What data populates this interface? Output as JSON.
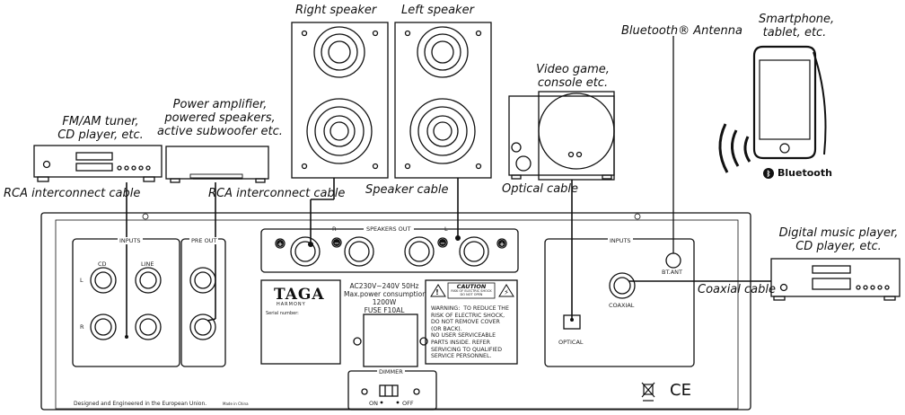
{
  "labels": {
    "right_speaker": "Right speaker",
    "left_speaker": "Left speaker",
    "bluetooth_antenna": "Bluetooth® Antenna",
    "smartphone": [
      "Smartphone,",
      "tablet, etc."
    ],
    "video_game": [
      "Video game,",
      "console etc."
    ],
    "power_amp": [
      "Power amplifier,",
      "powered speakers,",
      "active subwoofer etc."
    ],
    "tuner": [
      "FM/AM tuner,",
      "CD player, etc."
    ],
    "rca_left": "RCA interconnect cable",
    "rca_mid": "RCA interconnect cable",
    "speaker_cable": "Speaker cable",
    "optical_cable": "Optical cable",
    "digital_player": [
      "Digital music player,",
      "CD player, etc."
    ],
    "coaxial_cable": "Coaxial cable",
    "bluetooth_logo": "Bluetooth"
  },
  "panel": {
    "inputs_left": "INPUTS",
    "cd": "CD",
    "line": "LINE",
    "l": "L",
    "r": "R",
    "pre_out": "PRE OUT",
    "speakers_out": "SPEAKERS OUT",
    "spk_r": "R",
    "spk_l": "L",
    "brand": "TAGA",
    "brand_sub": "HARMONY",
    "serial": "Serial number:",
    "power_spec": [
      "AC230V~240V 50Hz",
      "Max.power consumption",
      "1200W",
      "FUSE F10AL"
    ],
    "caution": "CAUTION",
    "caution_sub": [
      "RISK OF ELECTRIC SHOCK",
      "DO NOT OPEN"
    ],
    "warning_text": [
      "WARNING:  TO REDUCE THE",
      "RISK OF ELECTRIC SHOCK,",
      "DO NOT REMOVE COVER",
      "(OR BACK).",
      "NO USER SERVICEABLE",
      "PARTS INSIDE. REFER",
      "SERVICING TO QUALIFIED",
      "SERVICE PERSONNEL."
    ],
    "dimmer": "DIMMER",
    "dimmer_on": "ON",
    "dimmer_off": "OFF",
    "inputs_right": "INPUTS",
    "coaxial": "COAXIAL",
    "optical": "OPTICAL",
    "bt_ant": "BT.ANT",
    "footer": "Designed and Engineered in the European Union.",
    "made_in": "Made in China",
    "ce": "CE"
  },
  "icons": [
    "speaker-icon",
    "smartphone-icon",
    "bluetooth-icon",
    "amplifier-icon",
    "tuner-icon",
    "console-icon",
    "cd-player-icon",
    "antenna-icon",
    "weee-bin-icon",
    "ce-mark-icon",
    "warning-triangle-icon"
  ]
}
